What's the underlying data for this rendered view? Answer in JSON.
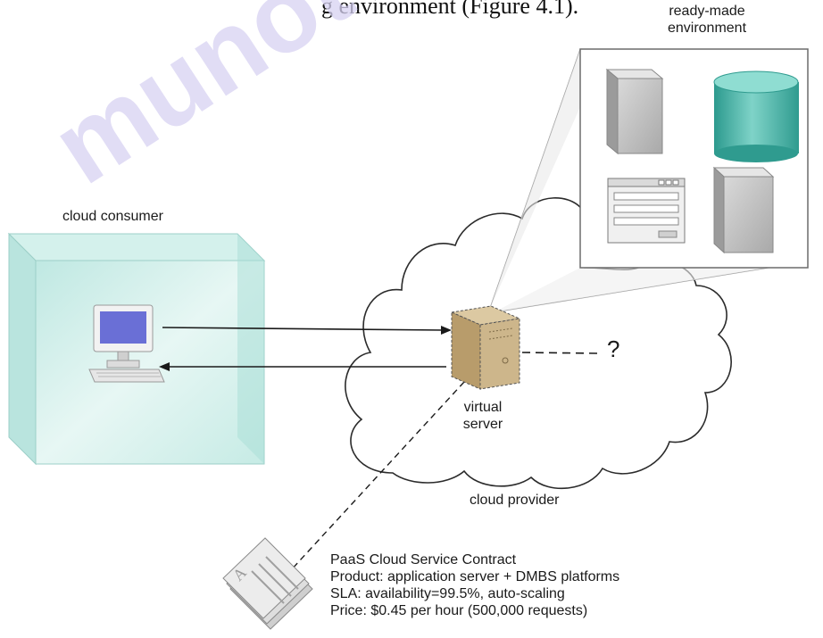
{
  "header_fragment": "g environment (Figure 4.1).",
  "watermark": "munotes",
  "labels": {
    "ready_made_line1": "ready-made",
    "ready_made_line2": "environment",
    "cloud_consumer": "cloud consumer",
    "virtual_line1": "virtual",
    "virtual_line2": "server",
    "cloud_provider": "cloud provider",
    "question_mark": "?"
  },
  "contract": {
    "title": "PaaS Cloud Service Contract",
    "product": "Product: application server + DMBS platforms",
    "sla": "SLA: availability=99.5%, auto-scaling",
    "price": "Price: $0.45 per hour (500,000 requests)"
  },
  "colors": {
    "glass": "#c9ece7",
    "database": "#3fb2a5",
    "server": "#c9b184",
    "monitor_screen": "#6a6fd6",
    "watermark": "#d7d2f2"
  }
}
